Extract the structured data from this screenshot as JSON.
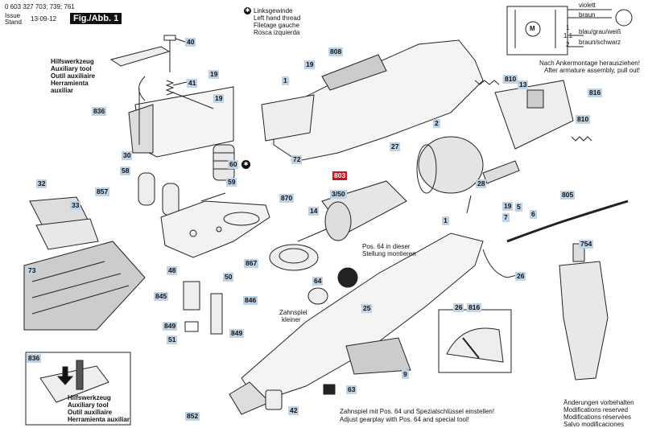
{
  "header": {
    "part_number": "0 603 327 703; 739; 761",
    "issue_label": "Issue",
    "stand_label": "Stand",
    "date": "13-09-12",
    "figure_label": "Fig./Abb. 1"
  },
  "thread_note": [
    "Linksgewinde",
    "Left hand thread",
    "Filetage gauche",
    "Rosca izquierda"
  ],
  "aux_tool_top": [
    "Hilfswerkzeug",
    "Auxiliary tool",
    "Outil auxiliaire",
    "Herramienta",
    "auxiliar"
  ],
  "aux_tool_bottom": [
    "Hilfswerkzeug",
    "Auxiliary tool",
    "Outil auxiliaire",
    "Herramienta auxiliar"
  ],
  "wiring": {
    "violett": "violett",
    "braun": "braun",
    "blau_grau_weiss": "blau/grau/weiß",
    "braun_schwarz": "braun/schwarz",
    "motor": "M",
    "switch_1": "1",
    "switch_11": "1.1",
    "switch_2": "2"
  },
  "armature_note": [
    "Nach Ankermontage herausziehen!",
    "After armature assembly, pull out!"
  ],
  "pos64_note": [
    "Pos. 64 in dieser",
    "Stellung montieren"
  ],
  "zahnspiel": [
    "Zahnspiel",
    "kleiner"
  ],
  "gearplay_note": [
    "Zahnspiel mit Pos. 64 und Spezialschlüssel einstellen!",
    "Adjust gearplay with Pos. 64 and special tool!"
  ],
  "modifications": [
    "Änderungen vorbehalten",
    "Modifications reserved",
    "Modifications réservées",
    "Salvo modificaciones"
  ],
  "part_labels": [
    "40",
    "19",
    "41",
    "19",
    "836",
    "30",
    "60",
    "58",
    "857",
    "59",
    "870",
    "32",
    "33",
    "73",
    "48",
    "50",
    "845",
    "846",
    "849",
    "51",
    "849",
    "808",
    "1",
    "19",
    "72",
    "27",
    "2",
    "810",
    "13",
    "816",
    "810",
    "803",
    "3/50",
    "14",
    "28",
    "867",
    "5",
    "805",
    "19",
    "7",
    "6",
    "754",
    "1",
    "64",
    "25",
    "26",
    "26",
    "816",
    "9",
    "836",
    "852",
    "42",
    "63"
  ]
}
